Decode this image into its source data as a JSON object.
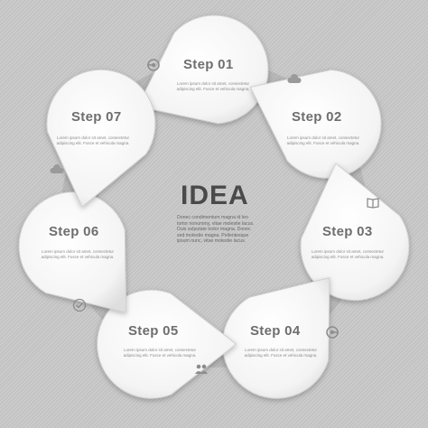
{
  "diagram": {
    "center": {
      "title": "IDEA",
      "body": "Donec condimentum magna id leo tortor nonummy, vitae molestie lacus. Duis vulputate tortor magna. Donec sed molestie magna. Pellentesque ipsum nunc, vitae molestie lacus."
    },
    "steps": [
      {
        "title": "Step 01",
        "body": "Lorem ipsum dolor sit amet, consectetur adipiscing elit. Fusce et vehicula magna.",
        "icon": "target-icon"
      },
      {
        "title": "Step 02",
        "body": "Lorem ipsum dolor sit amet, consectetur adipiscing elit. Fusce et vehicula magna.",
        "icon": "cloud-icon"
      },
      {
        "title": "Step 03",
        "body": "Lorem ipsum dolor sit amet, consectetur adipiscing elit. Fusce et vehicula magna.",
        "icon": "book-icon"
      },
      {
        "title": "Step 04",
        "body": "Lorem ipsum dolor sit amet, consectetur adipiscing elit. Fusce et vehicula magna.",
        "icon": "target-icon"
      },
      {
        "title": "Step 05",
        "body": "Lorem ipsum dolor sit amet, consectetur adipiscing elit. Fusce et vehicula magna.",
        "icon": "people-icon"
      },
      {
        "title": "Step 06",
        "body": "Lorem ipsum dolor sit amet, consectetur adipiscing elit. Fusce et vehicula magna.",
        "icon": "check-icon"
      },
      {
        "title": "Step 07",
        "body": "Lorem ipsum dolor sit amet, consectetur adipiscing elit. Fusce et vehicula magna.",
        "icon": "cloud-icon"
      }
    ],
    "colors": {
      "background": "#c9c9c9",
      "drop_fill": "#fafafa",
      "text_dark": "#4a4a4a",
      "text_title": "#6e6e6e"
    }
  }
}
